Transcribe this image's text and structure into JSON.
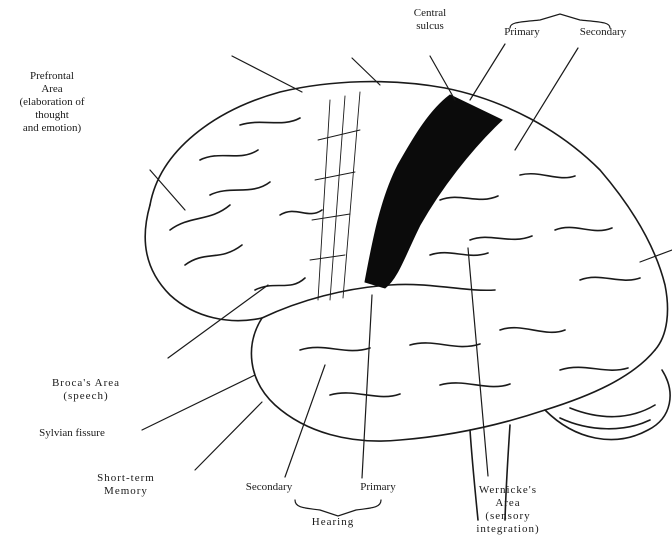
{
  "labels": {
    "central_sulcus": "Central\nsulcus",
    "motor_primary": "Primary",
    "motor_secondary": "Secondary",
    "prefrontal": "Prefrontal\nArea\n(elaboration of\nthought\nand emotion)",
    "brocas": "Broca's Area\n(speech)",
    "sylvian": "Sylvian fissure",
    "short_term_memory": "Short-term\nMemory",
    "hearing_secondary": "Secondary",
    "hearing_primary": "Primary",
    "hearing": "Hearing",
    "wernickes": "Wernicke's\nArea\n(sensory\nintegration)"
  },
  "colors": {
    "ink": "#1a1a1a",
    "background": "#ffffff",
    "primary_motor_band": "#0b0b0b"
  }
}
